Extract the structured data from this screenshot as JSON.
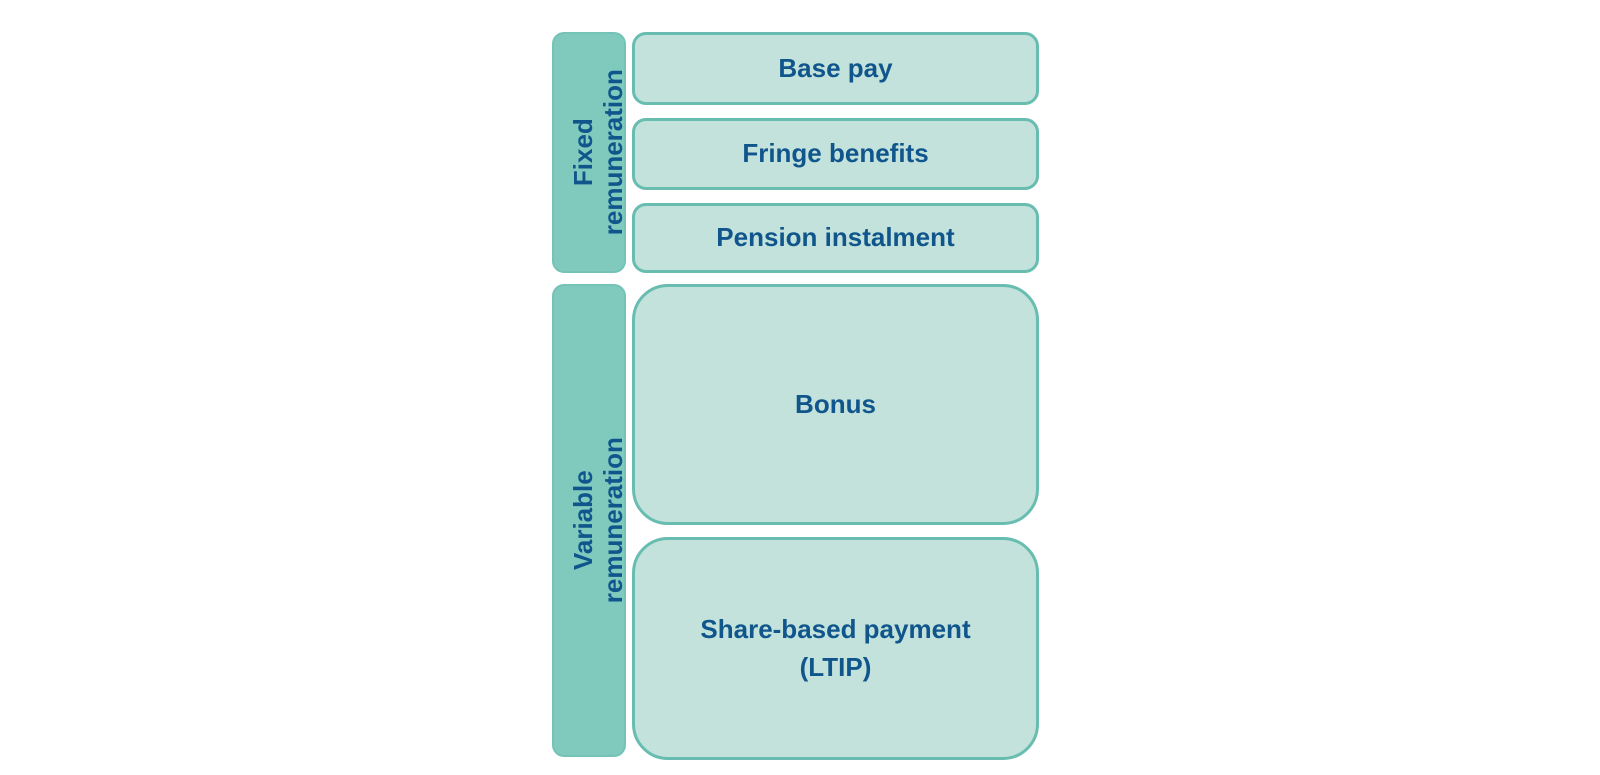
{
  "diagram": {
    "groups": [
      {
        "label": "Fixed\nremuneration",
        "items": [
          {
            "label": "Base pay"
          },
          {
            "label": "Fringe benefits"
          },
          {
            "label": "Pension instalment"
          }
        ]
      },
      {
        "label": "Variable remuneration",
        "items": [
          {
            "label": "Bonus"
          },
          {
            "label": "Share-based payment\n(LTIP)"
          }
        ]
      }
    ],
    "colors": {
      "category_bar_fill": "#7fc9bd",
      "category_bar_border": "#74c3b6",
      "item_box_fill": "#c2e2db",
      "item_box_border": "#68bdb0",
      "text": "#10568c",
      "background": "#ffffff"
    }
  }
}
